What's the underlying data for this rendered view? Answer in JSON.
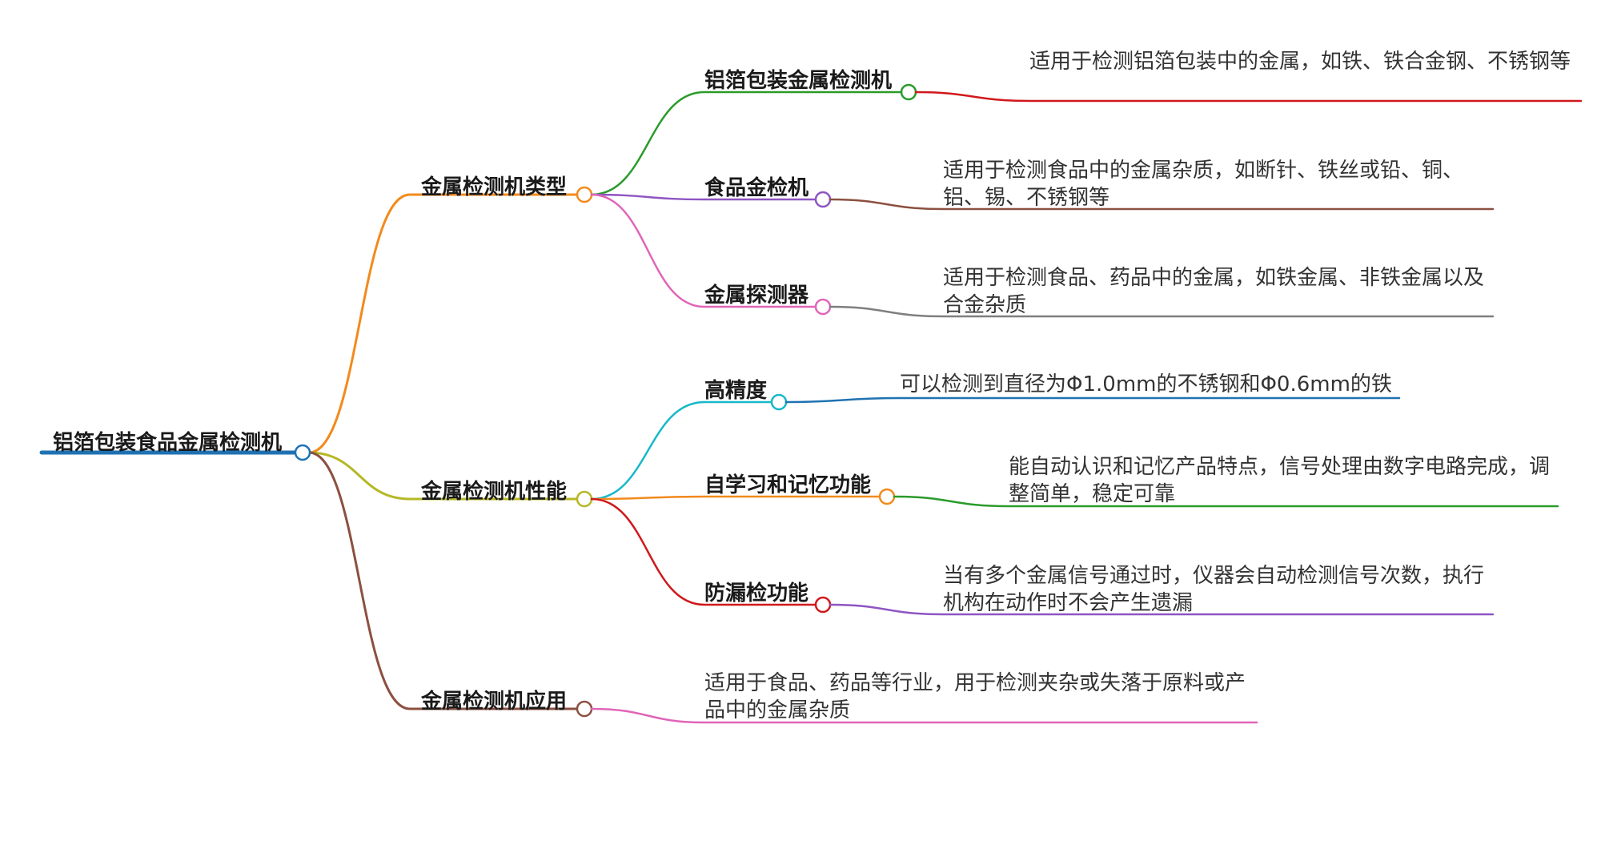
{
  "mindmap": {
    "root": {
      "label": "铝箔包装食品金属检测机"
    },
    "branches": [
      {
        "label": "金属检测机类型",
        "color": "#f28a1c",
        "children": [
          {
            "label": "铝箔包装金属检测机",
            "color": "#2a9b2a",
            "leaf_color": "#d0191c",
            "leaf": "适用于检测铝箔包装中的金属，如铁、铁合金钢、不锈钢等"
          },
          {
            "label": "食品金检机",
            "color": "#8e55c2",
            "leaf_color": "#8c5040",
            "leaf": "适用于检测食品中的金属杂质，如断针、铁丝或铅、铜、铝、锡、不锈钢等"
          },
          {
            "label": "金属探测器",
            "color": "#e065b8",
            "leaf_color": "#7f7f7f",
            "leaf": "适用于检测食品、药品中的金属，如铁金属、非铁金属以及合金杂质"
          }
        ]
      },
      {
        "label": "金属检测机性能",
        "color": "#b5b826",
        "children": [
          {
            "label": "高精度",
            "color": "#18b8c8",
            "leaf_color": "#1f72b2",
            "leaf": "可以检测到直径为Φ1.0mm的不锈钢和Φ0.6mm的铁"
          },
          {
            "label": "自学习和记忆功能",
            "color": "#f28a1c",
            "leaf_color": "#2a9b2a",
            "leaf": "能自动认识和记忆产品特点，信号处理由数字电路完成，调整简单，稳定可靠"
          },
          {
            "label": "防漏检功能",
            "color": "#d0191c",
            "leaf_color": "#8e55c2",
            "leaf": "当有多个金属信号通过时，仪器会自动检测信号次数，执行机构在动作时不会产生遗漏"
          }
        ]
      },
      {
        "label": "金属检测机应用",
        "color": "#8c5040",
        "leaf_color": "#e065b8",
        "leaf": "适用于食品、药品等行业，用于检测夹杂或失落于原料或产品中的金属杂质"
      }
    ],
    "root_color": "#1f72b2"
  }
}
